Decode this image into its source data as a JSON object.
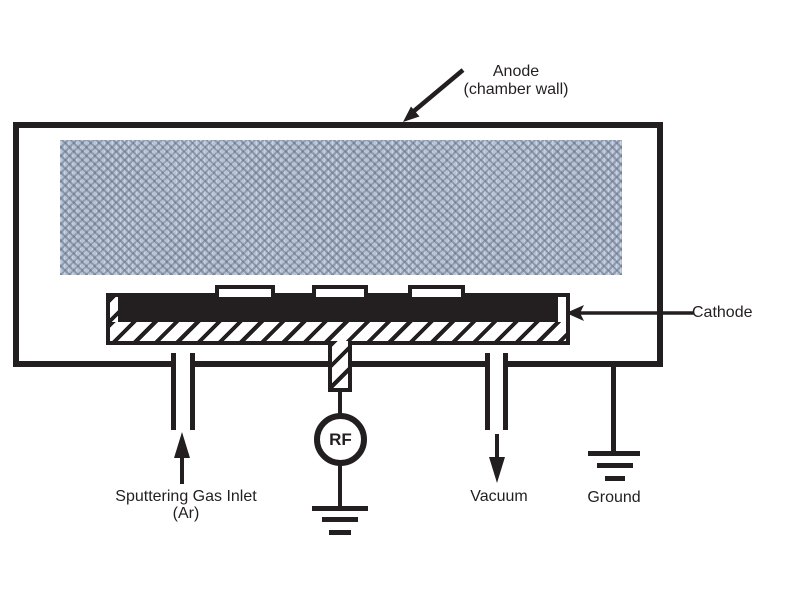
{
  "colors": {
    "ink": "#231f20",
    "plasma_fill": "#b8c3d3",
    "plasma_weave": "#5a6984",
    "background": "#ffffff"
  },
  "labels": {
    "anode": {
      "line1": "Anode",
      "line2": "(chamber wall)"
    },
    "cathode": "Cathode",
    "gas_inlet": {
      "line1": "Sputtering Gas Inlet",
      "line2": "(Ar)"
    },
    "vacuum": "Vacuum",
    "ground": "Ground",
    "rf": "RF"
  },
  "structure": {
    "wafer_count": 3
  }
}
